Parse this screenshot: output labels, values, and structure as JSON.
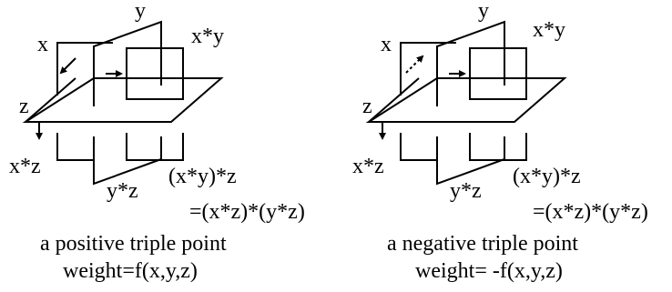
{
  "diagrams": [
    {
      "labels": {
        "x": "x",
        "y": "y",
        "z": "z",
        "xy": "x*y",
        "xz": "x*z",
        "yz": "y*z",
        "formula_line1": "(x*y)*z",
        "formula_line2": "=(x*z)*(y*z)"
      },
      "caption": "a positive triple point",
      "weight": "weight=f(x,y,z)"
    },
    {
      "labels": {
        "x": "x",
        "y": "y",
        "z": "z",
        "xy": "x*y",
        "xz": "x*z",
        "yz": "y*z",
        "formula_line1": "(x*y)*z",
        "formula_line2": "=(x*z)*(y*z)"
      },
      "caption": "a negative triple point",
      "weight": "weight= -f(x,y,z)"
    }
  ]
}
